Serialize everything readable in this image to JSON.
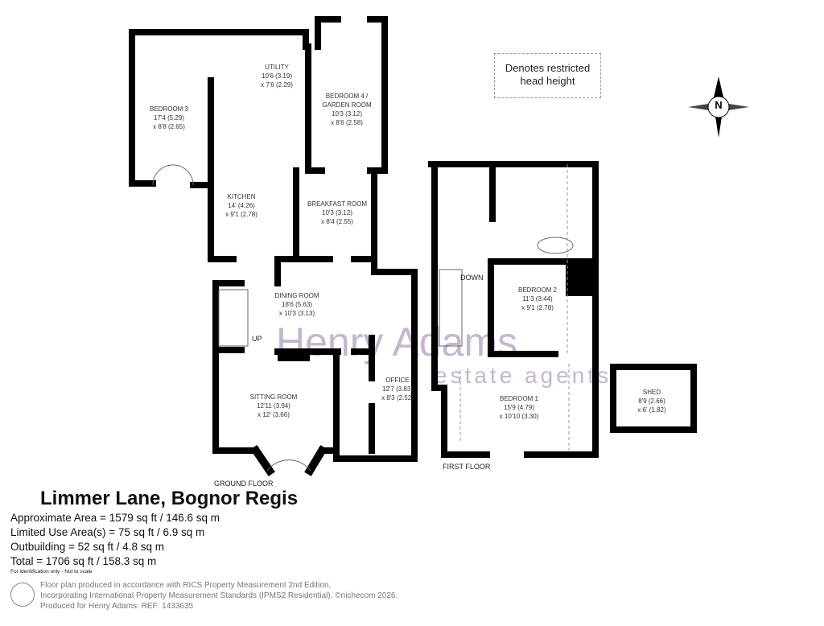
{
  "title": "Limmer Lane, Bognor Regis",
  "areas": [
    "Approximate Area = 1579 sq ft / 146.6 sq m",
    "Limited Use Area(s) = 75 sq ft / 6.9 sq m",
    "Outbuilding = 52 sq ft / 4.8 sq m",
    "Total = 1706 sq ft / 158.3 sq m"
  ],
  "disclaimer": "For identification only - Not to scale",
  "footer": [
    "Floor plan produced in accordance with RICS Property Measurement 2nd Edition,",
    "Incorporating International Property Measurement Standards (IPMS2 Residential).   ©nichecom 2026.",
    "Produced for Henry Adams.   REF: 1433635"
  ],
  "restricted_legend": [
    "Denotes restricted",
    "head height"
  ],
  "compass": "N",
  "watermark": {
    "name": "Henry Adams",
    "sub": "estate agents",
    "color": "#bcaac8"
  },
  "floors": {
    "ground": "GROUND FLOOR",
    "first": "FIRST FLOOR"
  },
  "stairs": {
    "up": "UP",
    "down": "DOWN"
  },
  "rooms": [
    {
      "name": "BEDROOM 3",
      "dim1": "17'4 (5.29)",
      "dim2": "x 8'8 (2.65)"
    },
    {
      "name": "UTILITY",
      "dim1": "10'6 (3.19)",
      "dim2": "x 7'6 (2.29)"
    },
    {
      "name": "BEDROOM 4 / GARDEN ROOM",
      "dim1": "10'3 (3.12)",
      "dim2": "x 8'6 (2.58)"
    },
    {
      "name": "KITCHEN",
      "dim1": "14' (4.26)",
      "dim2": "x 9'1 (2.78)"
    },
    {
      "name": "BREAKFAST ROOM",
      "dim1": "10'3 (3.12)",
      "dim2": "x 8'4 (2.55)"
    },
    {
      "name": "DINING ROOM",
      "dim1": "18'6 (5.63)",
      "dim2": "x 10'3 (3.13)"
    },
    {
      "name": "OFFICE",
      "dim1": "12'7 (3.83)",
      "dim2": "x 8'3 (2.52)"
    },
    {
      "name": "SITTING ROOM",
      "dim1": "12'11 (3.94)",
      "dim2": "x 12' (3.66)"
    },
    {
      "name": "BEDROOM 2",
      "dim1": "11'3 (3.44)",
      "dim2": "x 9'1 (2.78)"
    },
    {
      "name": "BEDROOM 1",
      "dim1": "15'9 (4.79)",
      "dim2": "x 10'10 (3.30)"
    },
    {
      "name": "SHED",
      "dim1": "8'9 (2.66)",
      "dim2": "x 6' (1.82)"
    }
  ]
}
